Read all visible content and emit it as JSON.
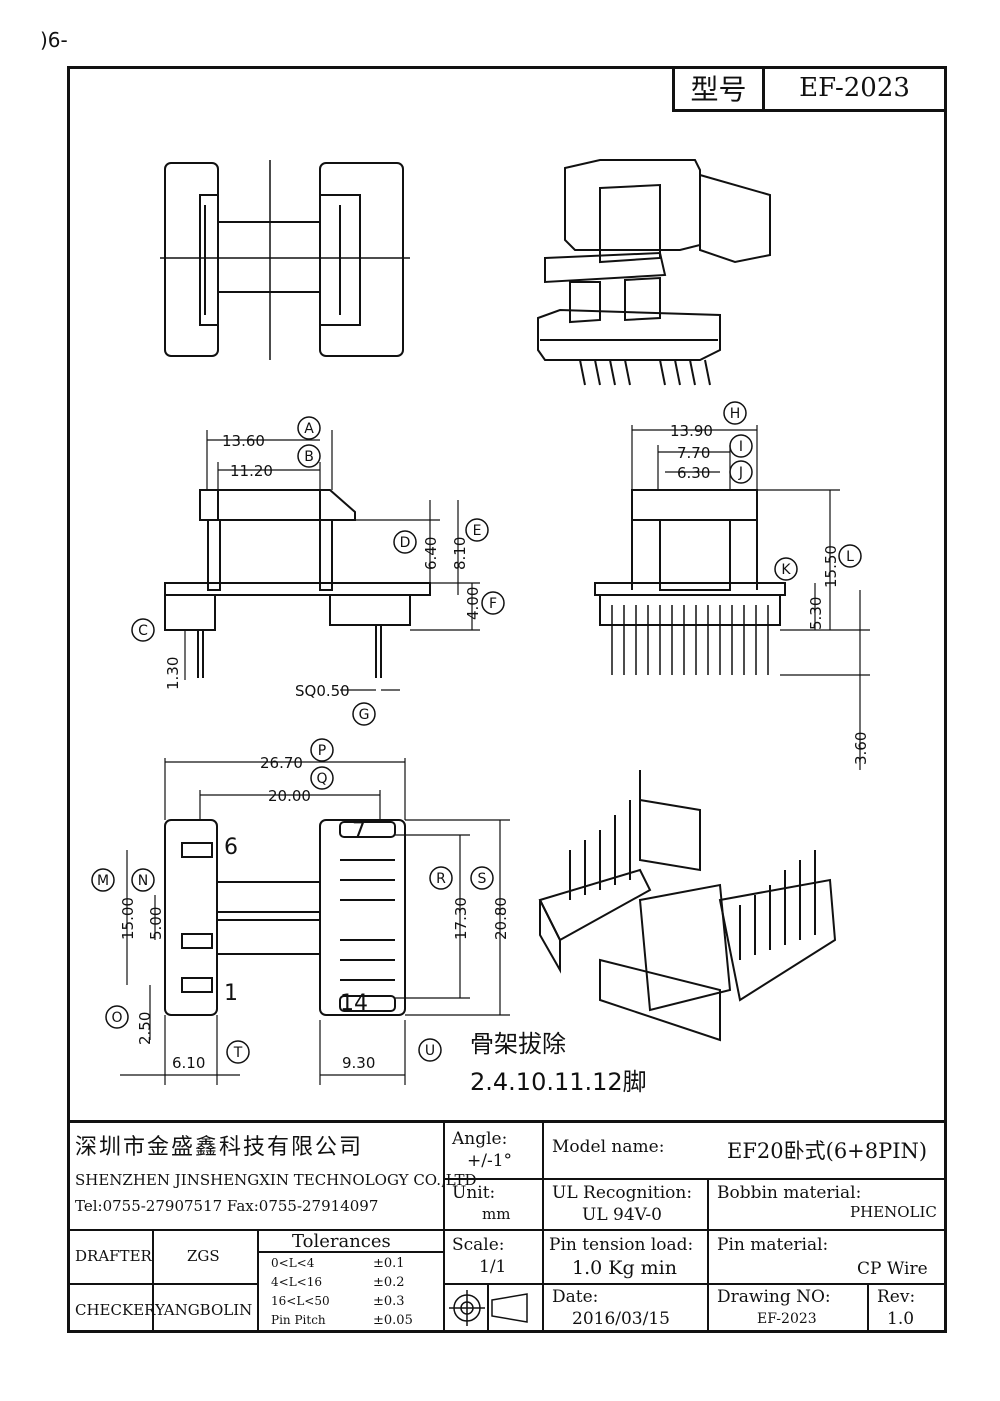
{
  "corner_label": ")6-",
  "header": {
    "model_label": "型号",
    "model_value": "EF-2023"
  },
  "dimensions": {
    "a": "13.60",
    "b": "11.20",
    "d": "6.40",
    "e": "8.10",
    "f": "4.00",
    "c": "1.30",
    "g": "SQ0.50",
    "h": "13.90",
    "i": "7.70",
    "j": "6.30",
    "l": "15.50",
    "k": "5.30",
    "bottom": "3.60",
    "p": "26.70",
    "q": "20.00",
    "m": "15.00",
    "n": "5.00",
    "r": "17.30",
    "s": "20.80",
    "o": "2.50",
    "t": "6.10",
    "u": "9.30"
  },
  "callouts": [
    "A",
    "B",
    "C",
    "D",
    "E",
    "F",
    "G",
    "H",
    "I",
    "J",
    "K",
    "L",
    "M",
    "N",
    "O",
    "P",
    "Q",
    "R",
    "S",
    "T",
    "U"
  ],
  "pins": {
    "p6": "6",
    "p1": "1",
    "p7": "7",
    "p14": "14"
  },
  "note": {
    "line1": "骨架拔除",
    "line2": "2.4.10.11.12脚"
  },
  "company": {
    "name_cn": "深圳市金盛鑫科技有限公司",
    "name_en": "SHENZHEN JINSHENGXIN TECHNOLOGY CO.,LTD",
    "contact": "Tel:0755-27907517   Fax:0755-27914097"
  },
  "angle": {
    "label": "Angle:",
    "value": "+/-1°"
  },
  "unit": {
    "label": "Unit:",
    "value": "mm"
  },
  "scale": {
    "label": "Scale:",
    "value": "1/1"
  },
  "model_name": {
    "label": "Model name:",
    "value": "EF20卧式(6+8PIN)"
  },
  "ul": {
    "label": "UL Recognition:",
    "value": "UL 94V-0"
  },
  "bobbin": {
    "label": "Bobbin material:",
    "value": "PHENOLIC"
  },
  "pin_tension": {
    "label": "Pin tension load:",
    "value": "1.0 Kg min"
  },
  "pin_material": {
    "label": "Pin material:",
    "value": "CP Wire"
  },
  "date": {
    "label": "Date:",
    "value": "2016/03/15"
  },
  "drawing_no": {
    "label": "Drawing NO:",
    "value": "EF-2023"
  },
  "rev": {
    "label": "Rev:",
    "value": "1.0"
  },
  "drafter": {
    "label": "DRAFTER",
    "value": "ZGS"
  },
  "checker": {
    "label": "CHECKER",
    "value": "YANGBOLIN"
  },
  "tolerances": {
    "title": "Tolerances",
    "rows": [
      {
        "range": "0<L<4",
        "tol": "±0.1"
      },
      {
        "range": "4<L<16",
        "tol": "±0.2"
      },
      {
        "range": "16<L<50",
        "tol": "±0.3"
      },
      {
        "range": "Pin Pitch",
        "tol": "±0.05"
      }
    ]
  }
}
